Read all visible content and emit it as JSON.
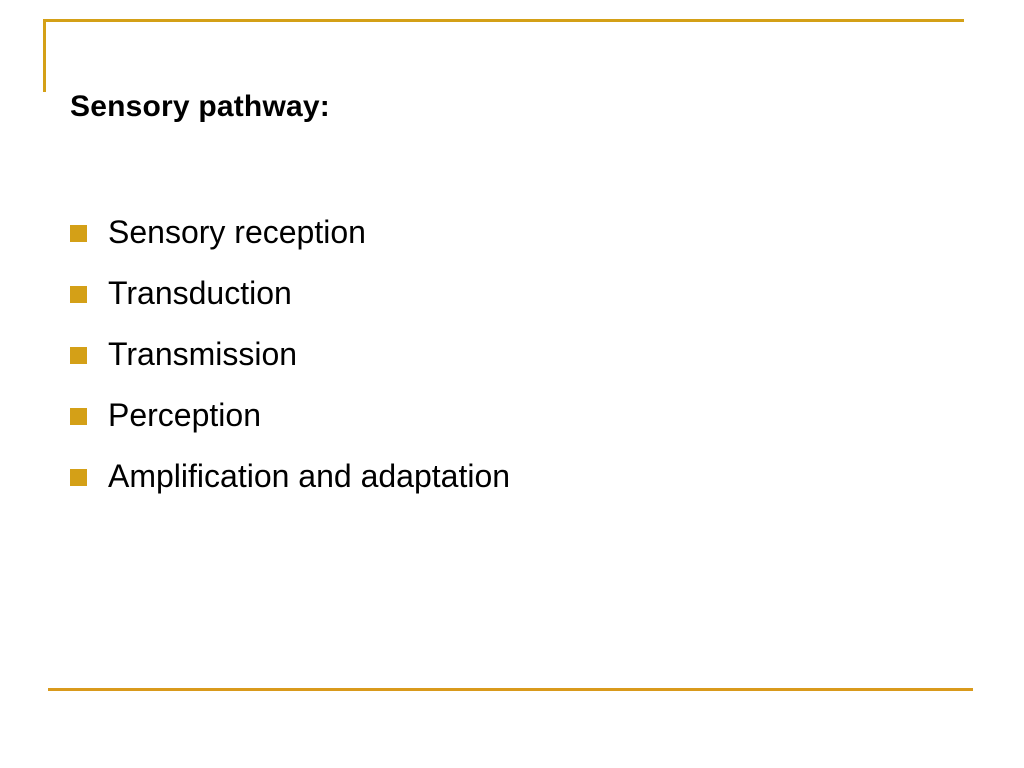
{
  "slide": {
    "title": "Sensory pathway:",
    "bullets": [
      {
        "label": "Sensory reception"
      },
      {
        "label": "Transduction"
      },
      {
        "label": "Transmission"
      },
      {
        "label": "Perception"
      },
      {
        "label": "Amplification and adaptation"
      }
    ],
    "decor": {
      "accent_color": "#D4A017",
      "bottom_rule_color": "#D99A1C",
      "background_color": "#FFFFFF",
      "text_color": "#000000"
    }
  }
}
